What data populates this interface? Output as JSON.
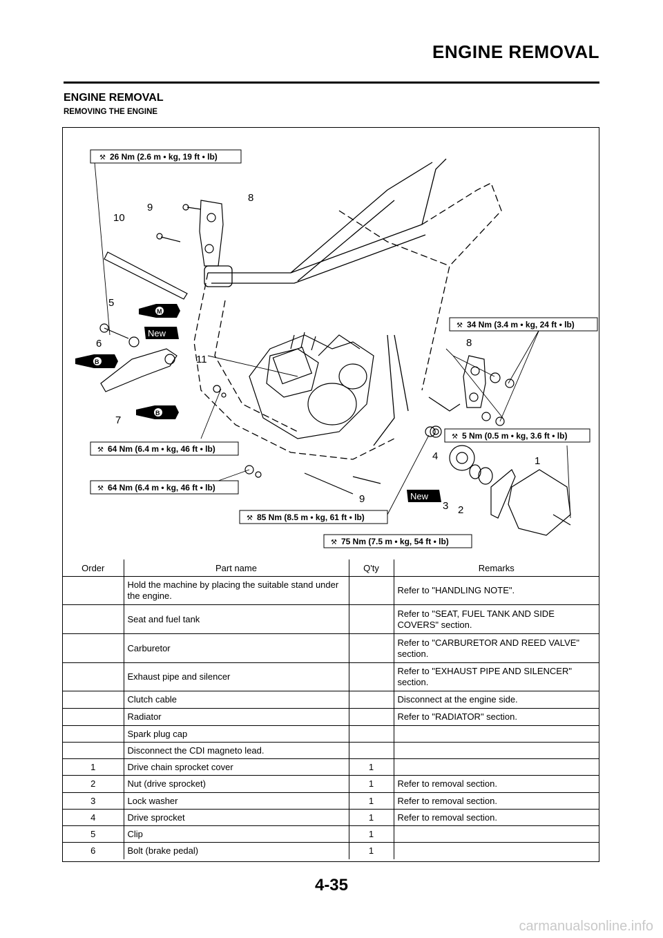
{
  "header": {
    "title": "ENGINE REMOVAL"
  },
  "section_title": "ENGINE REMOVAL",
  "subsection_title": "REMOVING THE ENGINE",
  "diagram": {
    "torques": {
      "t26": "26 Nm (2.6 m • kg, 19 ft • lb)",
      "t34": "34 Nm (3.4 m • kg, 24 ft • lb)",
      "t64a": "64 Nm (6.4 m • kg, 46 ft • lb)",
      "t64b": "64 Nm (6.4 m • kg, 46 ft • lb)",
      "t5": "5 Nm (0.5 m • kg, 3.6 ft • lb)",
      "t85": "85 Nm (8.5 m • kg, 61 ft • lb)",
      "t75": "75 Nm (7.5 m • kg, 54 ft • lb)"
    },
    "new_label": "New",
    "lube_m": "M",
    "lube_b": "B",
    "callouts": {
      "n1": "1",
      "n2": "2",
      "n3": "3",
      "n4": "4",
      "n5": "5",
      "n6": "6",
      "n7": "7",
      "n8a": "8",
      "n8b": "8",
      "n9a": "9",
      "n9b": "9",
      "n10": "10",
      "n11": "11"
    }
  },
  "table": {
    "headers": {
      "order": "Order",
      "part": "Part name",
      "qty": "Q'ty",
      "remarks": "Remarks"
    },
    "rows": [
      {
        "order": "",
        "part": "Hold the machine by placing the suitable stand under the engine.",
        "qty": "",
        "remarks": "Refer to \"HANDLING NOTE\"."
      },
      {
        "order": "",
        "part": "Seat and fuel tank",
        "qty": "",
        "remarks": "Refer to \"SEAT, FUEL TANK AND SIDE COVERS\" section."
      },
      {
        "order": "",
        "part": "Carburetor",
        "qty": "",
        "remarks": "Refer to \"CARBURETOR AND REED VALVE\" section."
      },
      {
        "order": "",
        "part": "Exhaust pipe and silencer",
        "qty": "",
        "remarks": "Refer to \"EXHAUST PIPE AND SILENCER\" section."
      },
      {
        "order": "",
        "part": "Clutch cable",
        "qty": "",
        "remarks": "Disconnect at the engine side."
      },
      {
        "order": "",
        "part": "Radiator",
        "qty": "",
        "remarks": "Refer to \"RADIATOR\" section."
      },
      {
        "order": "",
        "part": "Spark plug cap",
        "qty": "",
        "remarks": ""
      },
      {
        "order": "",
        "part": "Disconnect the CDI magneto lead.",
        "qty": "",
        "remarks": ""
      },
      {
        "order": "1",
        "part": "Drive chain sprocket cover",
        "qty": "1",
        "remarks": ""
      },
      {
        "order": "2",
        "part": "Nut (drive sprocket)",
        "qty": "1",
        "remarks": "Refer to removal section."
      },
      {
        "order": "3",
        "part": "Lock washer",
        "qty": "1",
        "remarks": "Refer to removal section."
      },
      {
        "order": "4",
        "part": "Drive sprocket",
        "qty": "1",
        "remarks": "Refer to removal section."
      },
      {
        "order": "5",
        "part": "Clip",
        "qty": "1",
        "remarks": ""
      },
      {
        "order": "6",
        "part": "Bolt (brake pedal)",
        "qty": "1",
        "remarks": ""
      }
    ]
  },
  "page_number": "4-35",
  "watermark": "carmanualsonline.info"
}
